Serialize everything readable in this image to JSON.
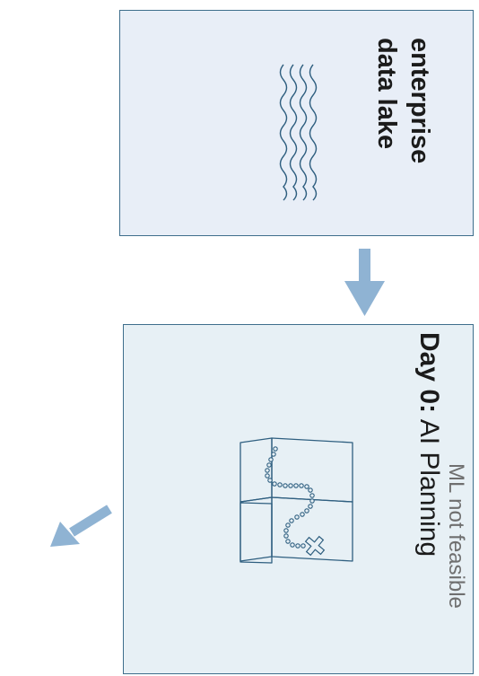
{
  "lake": {
    "title_line1": "enterprise",
    "title_line2": "data lake",
    "icon": "water-waves-icon"
  },
  "planning": {
    "title_bold": "Day 0:",
    "title_rest": " AI Planning",
    "icon": "treasure-map-icon"
  },
  "side_label": "ML not feasible",
  "colors": {
    "arrow": "#8fb3d3",
    "border": "#3e6e8c",
    "lake_fill": "#e8eef7",
    "planning_fill": "#e7f0f5"
  }
}
